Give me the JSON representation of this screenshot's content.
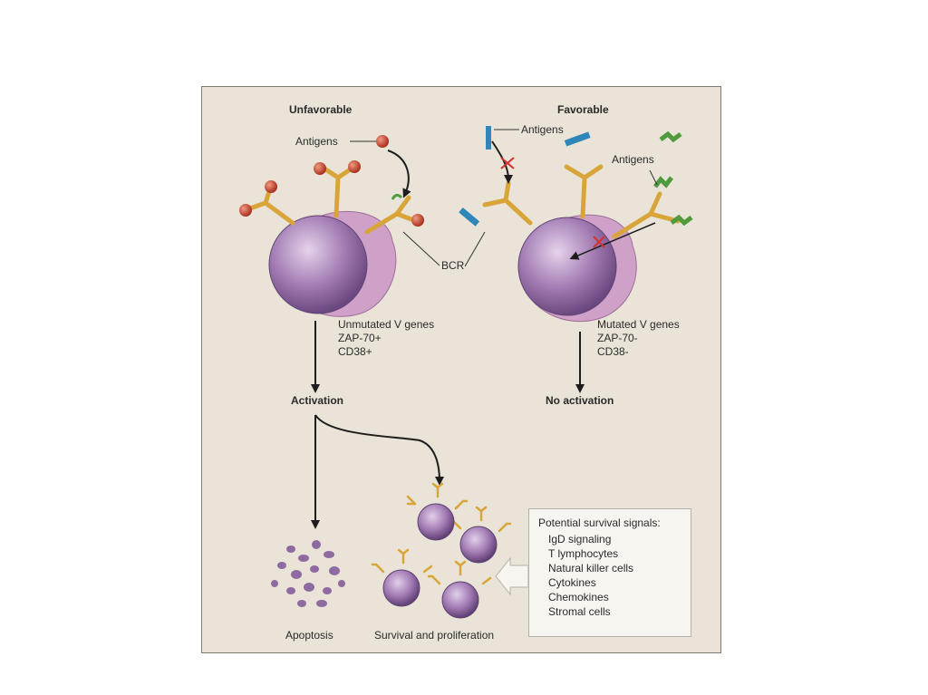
{
  "left_panel": {
    "heading": "Unfavorable",
    "antigens_label": "Antigens",
    "markers": "Unmutated V genes\nZAP-70+\nCD38+",
    "outcome": "Activation"
  },
  "right_panel": {
    "heading": "Favorable",
    "antigens_label_1": "Antigens",
    "antigens_label_2": "Antigens",
    "markers": "Mutated V genes\nZAP-70-\nCD38-",
    "outcome": "No activation"
  },
  "shared": {
    "bcr_label": "BCR"
  },
  "fates": {
    "apoptosis": "Apoptosis",
    "survival": "Survival and proliferation"
  },
  "signals_box": {
    "title": "Potential survival signals:",
    "items": [
      "IgD signaling",
      "T lymphocytes",
      "Natural killer cells",
      "Cytokines",
      "Chemokines",
      "Stromal cells"
    ]
  },
  "colors": {
    "background": "#e9e4d7",
    "cell_purple": "#a079b0",
    "receptor_gold": "#d9a53a",
    "antigen_red": "#c8402c",
    "antigen_blue": "#2f86b8",
    "antigen_green": "#4e9a3c",
    "inhibit_red": "#d3312e"
  }
}
